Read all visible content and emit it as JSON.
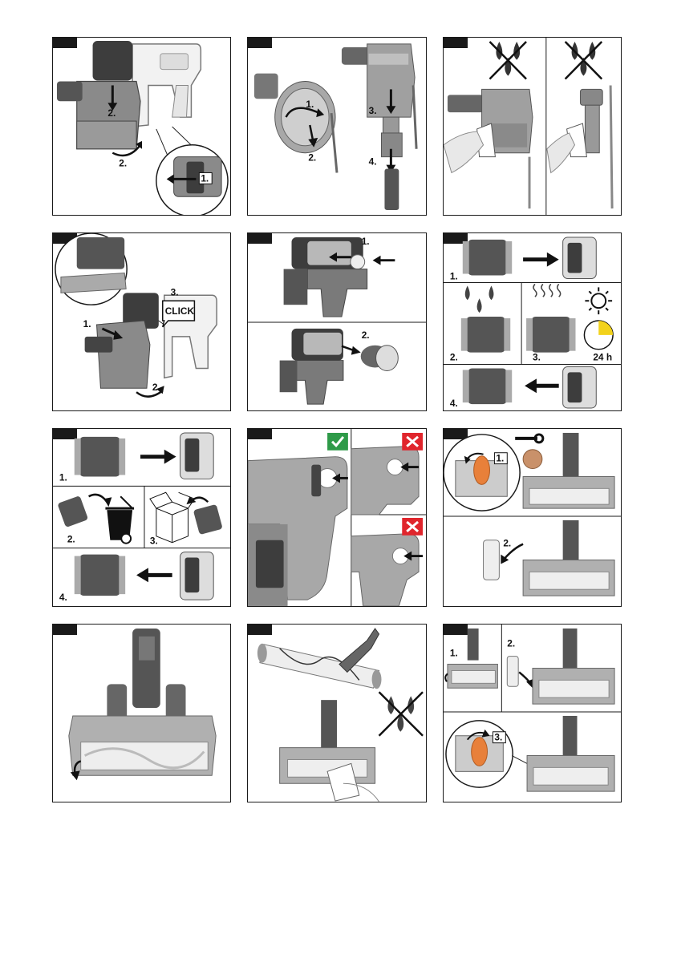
{
  "labels": {
    "one": "1.",
    "two": "2.",
    "three": "3.",
    "four": "4.",
    "click": "CLICK",
    "hours": "24 h"
  },
  "icons": {
    "check": "check-icon",
    "cross": "cross-icon",
    "drops_crossed": "no-water-icon",
    "sun": "sun-icon",
    "clock": "clock-icon",
    "trash": "trash-bin-icon",
    "box": "box-icon",
    "wrench": "wrench-icon",
    "coin": "coin-icon"
  },
  "colors": {
    "frame": "#1a1a1a",
    "dark_part": "#3d3d3d",
    "grey_part": "#8a8a8a",
    "light_part": "#cfcfcf",
    "check_green": "#2e9a48",
    "cross_red": "#e0252c",
    "accent_orange": "#e8803a",
    "clock_yellow": "#f2d21c"
  }
}
